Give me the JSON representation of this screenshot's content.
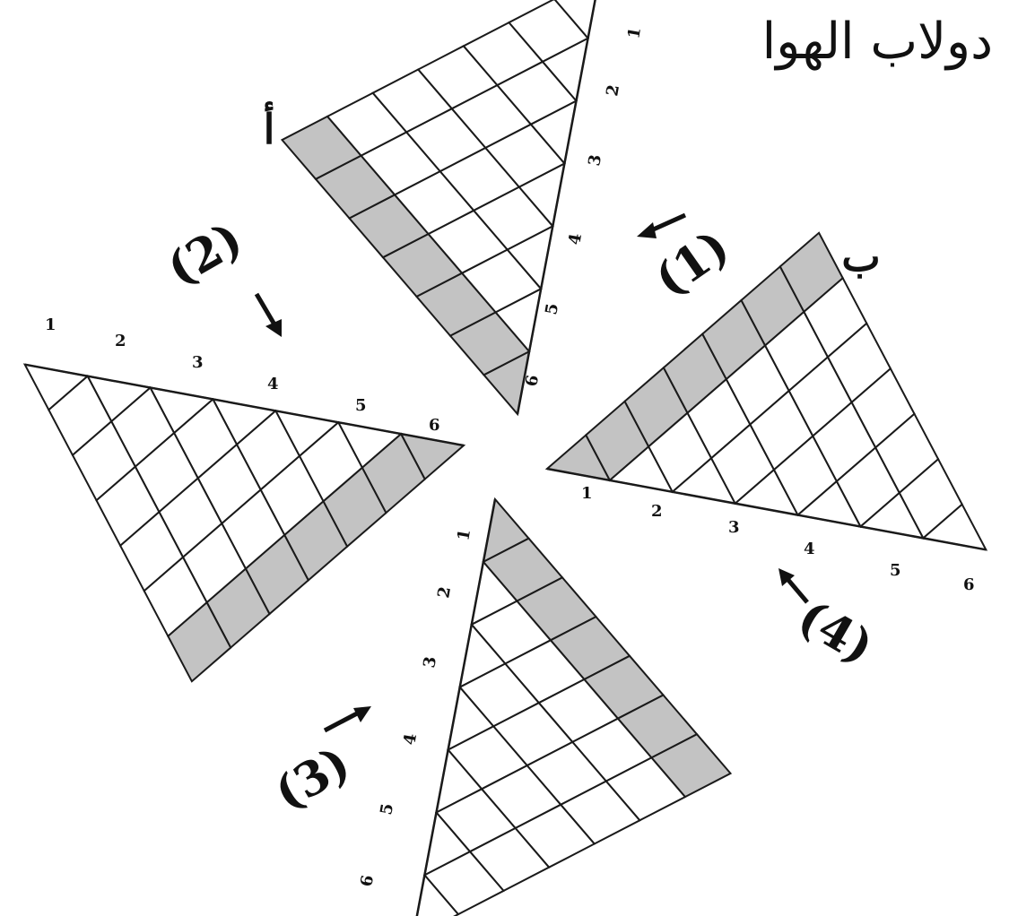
{
  "title": "دولاب الهوا",
  "shaded_color": "#c3c3c3",
  "line_color": "#1a1a1a",
  "letters": {
    "a": "أ",
    "b": "ب"
  },
  "clues": [
    "(1)",
    "(2)",
    "(3)",
    "(4)"
  ],
  "blade_numbers": [
    "1",
    "2",
    "3",
    "4",
    "5",
    "6"
  ],
  "grid_size": 7,
  "shaded_row_description": "outer row of each blade is shaded"
}
